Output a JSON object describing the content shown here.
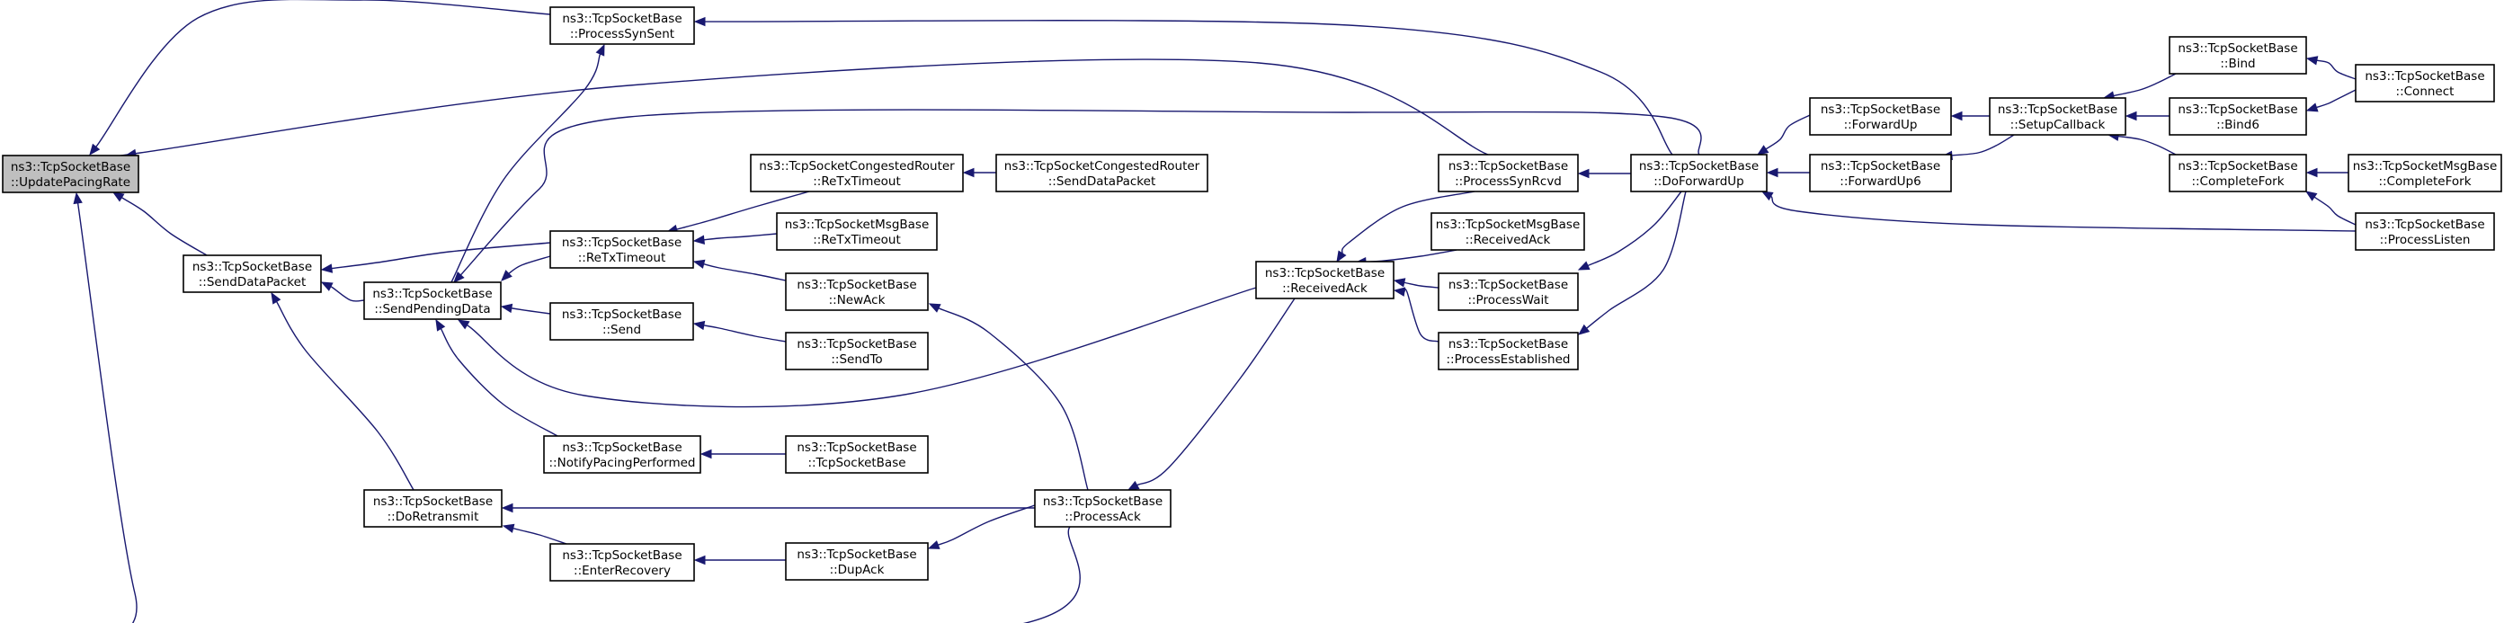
{
  "graph": {
    "nodes": [
      {
        "id": "update",
        "line1": "ns3::TcpSocketBase",
        "line2": "::UpdatePacingRate",
        "active": true
      },
      {
        "id": "senddata",
        "line1": "ns3::TcpSocketBase",
        "line2": "::SendDataPacket"
      },
      {
        "id": "synsent",
        "line1": "ns3::TcpSocketBase",
        "line2": "::ProcessSynSent"
      },
      {
        "id": "sendpending",
        "line1": "ns3::TcpSocketBase",
        "line2": "::SendPendingData"
      },
      {
        "id": "doretransmit",
        "line1": "ns3::TcpSocketBase",
        "line2": "::DoRetransmit"
      },
      {
        "id": "retx",
        "line1": "ns3::TcpSocketBase",
        "line2": "::ReTxTimeout"
      },
      {
        "id": "send",
        "line1": "ns3::TcpSocketBase",
        "line2": "::Send"
      },
      {
        "id": "notifypacing",
        "line1": "ns3::TcpSocketBase",
        "line2": "::NotifyPacingPerformed"
      },
      {
        "id": "enterrecovery",
        "line1": "ns3::TcpSocketBase",
        "line2": "::EnterRecovery"
      },
      {
        "id": "cong_retx",
        "line1": "ns3::TcpSocketCongestedRouter",
        "line2": "::ReTxTimeout"
      },
      {
        "id": "msg_retx",
        "line1": "ns3::TcpSocketMsgBase",
        "line2": "::ReTxTimeout"
      },
      {
        "id": "newack",
        "line1": "ns3::TcpSocketBase",
        "line2": "::NewAck"
      },
      {
        "id": "sendto",
        "line1": "ns3::TcpSocketBase",
        "line2": "::SendTo"
      },
      {
        "id": "ctor",
        "line1": "ns3::TcpSocketBase",
        "line2": "::TcpSocketBase"
      },
      {
        "id": "dupack",
        "line1": "ns3::TcpSocketBase",
        "line2": "::DupAck"
      },
      {
        "id": "cong_senddata",
        "line1": "ns3::TcpSocketCongestedRouter",
        "line2": "::SendDataPacket"
      },
      {
        "id": "processack",
        "line1": "ns3::TcpSocketBase",
        "line2": "::ProcessAck"
      },
      {
        "id": "receivedack",
        "line1": "ns3::TcpSocketBase",
        "line2": "::ReceivedAck"
      },
      {
        "id": "synrcvd",
        "line1": "ns3::TcpSocketBase",
        "line2": "::ProcessSynRcvd"
      },
      {
        "id": "msg_receivedack",
        "line1": "ns3::TcpSocketMsgBase",
        "line2": "::ReceivedAck"
      },
      {
        "id": "processwait",
        "line1": "ns3::TcpSocketBase",
        "line2": "::ProcessWait"
      },
      {
        "id": "established",
        "line1": "ns3::TcpSocketBase",
        "line2": "::ProcessEstablished"
      },
      {
        "id": "doforwardup",
        "line1": "ns3::TcpSocketBase",
        "line2": "::DoForwardUp"
      },
      {
        "id": "forwardup",
        "line1": "ns3::TcpSocketBase",
        "line2": "::ForwardUp"
      },
      {
        "id": "forwardup6",
        "line1": "ns3::TcpSocketBase",
        "line2": "::ForwardUp6"
      },
      {
        "id": "setupcallback",
        "line1": "ns3::TcpSocketBase",
        "line2": "::SetupCallback"
      },
      {
        "id": "bind",
        "line1": "ns3::TcpSocketBase",
        "line2": "::Bind"
      },
      {
        "id": "bind6",
        "line1": "ns3::TcpSocketBase",
        "line2": "::Bind6"
      },
      {
        "id": "completefork",
        "line1": "ns3::TcpSocketBase",
        "line2": "::CompleteFork"
      },
      {
        "id": "connect",
        "line1": "ns3::TcpSocketBase",
        "line2": "::Connect"
      },
      {
        "id": "msg_completefork",
        "line1": "ns3::TcpSocketMsgBase",
        "line2": "::CompleteFork"
      },
      {
        "id": "processlisten",
        "line1": "ns3::TcpSocketBase",
        "line2": "::ProcessListen"
      }
    ],
    "edges": [
      {
        "from": "synsent",
        "to": "update"
      },
      {
        "from": "senddata",
        "to": "update"
      },
      {
        "from": "synrcvd",
        "to": "update"
      },
      {
        "from": "processack",
        "to": "update"
      },
      {
        "from": "sendpending",
        "to": "senddata"
      },
      {
        "from": "doretransmit",
        "to": "senddata"
      },
      {
        "from": "retx",
        "to": "senddata"
      },
      {
        "from": "doforwardup",
        "to": "synsent"
      },
      {
        "from": "sendpending",
        "to": "synsent"
      },
      {
        "from": "retx",
        "to": "sendpending"
      },
      {
        "from": "send",
        "to": "sendpending"
      },
      {
        "from": "receivedack",
        "to": "sendpending"
      },
      {
        "from": "notifypacing",
        "to": "sendpending"
      },
      {
        "from": "doforwardup",
        "to": "sendpending"
      },
      {
        "from": "processack",
        "to": "doretransmit"
      },
      {
        "from": "enterrecovery",
        "to": "doretransmit"
      },
      {
        "from": "cong_retx",
        "to": "retx"
      },
      {
        "from": "msg_retx",
        "to": "retx"
      },
      {
        "from": "newack",
        "to": "retx"
      },
      {
        "from": "sendto",
        "to": "send"
      },
      {
        "from": "ctor",
        "to": "notifypacing"
      },
      {
        "from": "dupack",
        "to": "enterrecovery"
      },
      {
        "from": "cong_senddata",
        "to": "cong_retx"
      },
      {
        "from": "processack",
        "to": "newack"
      },
      {
        "from": "processack",
        "to": "dupack"
      },
      {
        "from": "receivedack",
        "to": "processack"
      },
      {
        "from": "synrcvd",
        "to": "receivedack"
      },
      {
        "from": "msg_receivedack",
        "to": "receivedack"
      },
      {
        "from": "processwait",
        "to": "receivedack"
      },
      {
        "from": "established",
        "to": "receivedack"
      },
      {
        "from": "doforwardup",
        "to": "synrcvd"
      },
      {
        "from": "doforwardup",
        "to": "processwait"
      },
      {
        "from": "doforwardup",
        "to": "established"
      },
      {
        "from": "forwardup",
        "to": "doforwardup"
      },
      {
        "from": "forwardup6",
        "to": "doforwardup"
      },
      {
        "from": "processlisten",
        "to": "doforwardup"
      },
      {
        "from": "setupcallback",
        "to": "forwardup"
      },
      {
        "from": "setupcallback",
        "to": "forwardup6"
      },
      {
        "from": "bind",
        "to": "setupcallback"
      },
      {
        "from": "bind6",
        "to": "setupcallback"
      },
      {
        "from": "completefork",
        "to": "setupcallback"
      },
      {
        "from": "connect",
        "to": "bind"
      },
      {
        "from": "connect",
        "to": "bind6"
      },
      {
        "from": "msg_completefork",
        "to": "completefork"
      },
      {
        "from": "processlisten",
        "to": "completefork"
      }
    ],
    "colors": {
      "edge": "#191970",
      "node_border": "#000000",
      "node_fill": "#ffffff",
      "active_fill": "#bfbfbf"
    }
  }
}
